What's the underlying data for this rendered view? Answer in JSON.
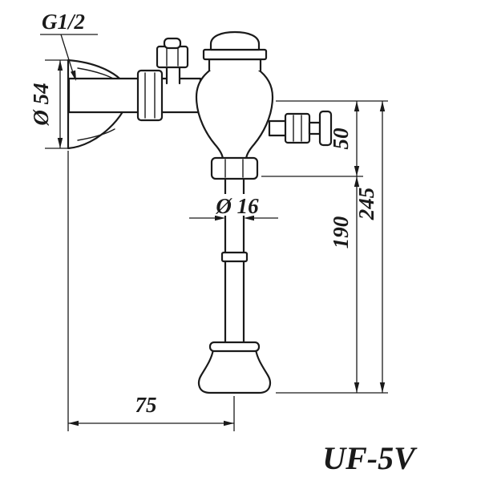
{
  "drawing": {
    "model_label": "UF-5V",
    "labels": {
      "inlet_thread": "G1/2",
      "flange_diameter": "Ø 54",
      "handle_offset": "50",
      "pipe_diameter": "Ø 16",
      "pipe_height": "190",
      "overall_height": "245",
      "inlet_offset": "75"
    },
    "colors": {
      "line": "#1a1a1a",
      "background": "#ffffff"
    }
  }
}
